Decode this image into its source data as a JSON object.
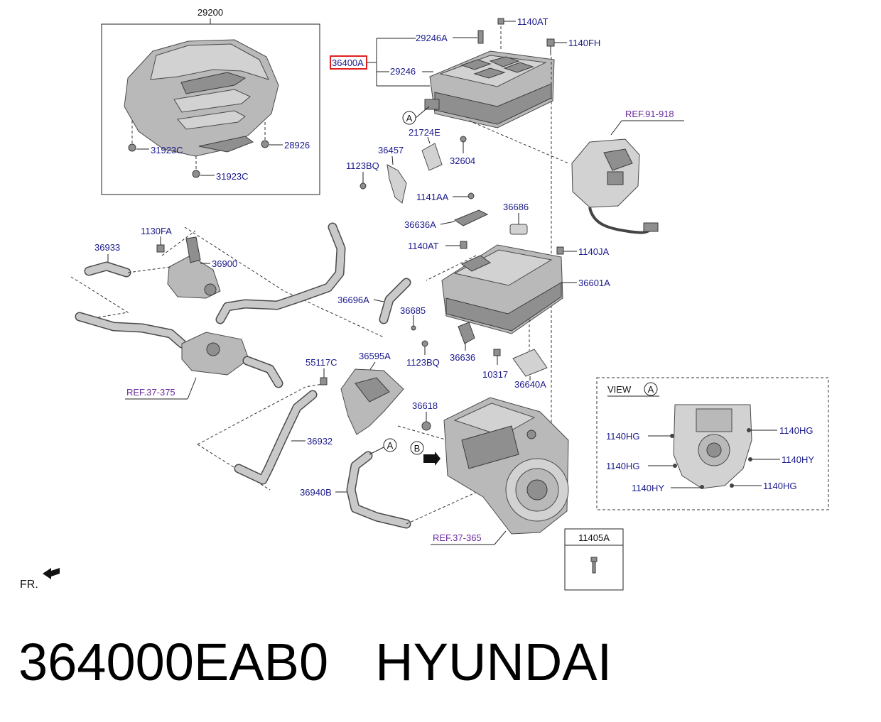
{
  "labels": {
    "l29200": "29200",
    "l29246A": "29246A",
    "l1140AT_top": "1140AT",
    "l1140FH": "1140FH",
    "l36400A": "36400A",
    "l29246": "29246",
    "l31923C_a": "31923C",
    "l28926": "28926",
    "l31923C_b": "31923C",
    "l21724E": "21724E",
    "l36457": "36457",
    "l1123BQ_a": "1123BQ",
    "l32604": "32604",
    "l1141AA": "1141AA",
    "l36686": "36686",
    "l36636A": "36636A",
    "l1140AT_mid": "1140AT",
    "l1140JA": "1140JA",
    "l1130FA": "1130FA",
    "l36933": "36933",
    "l36900": "36900",
    "l36601A": "36601A",
    "l36696A": "36696A",
    "l36685": "36685",
    "l1123BQ_b": "1123BQ",
    "l36636": "36636",
    "l10317": "10317",
    "l36640A": "36640A",
    "l55117C": "55117C",
    "l36595A": "36595A",
    "l36618": "36618",
    "l36932": "36932",
    "l36940B": "36940B",
    "l11405A": "11405A",
    "fr": "FR."
  },
  "refs": {
    "ref91918": "REF.91-918",
    "ref37375": "REF.37-375",
    "ref37365": "REF.37-365"
  },
  "callouts": {
    "a1": "A",
    "a2": "A",
    "b1": "B",
    "view_a": "A"
  },
  "view": {
    "title": "VIEW",
    "hg1": "1140HG",
    "hg2": "1140HG",
    "hg3": "1140HG",
    "hg4": "1140HG",
    "hy1": "1140HY",
    "hy2": "1140HY"
  },
  "footer": {
    "part_number": "364000EAB0",
    "brand": "HYUNDAI"
  },
  "colors": {
    "label_text": "#1a1a8c",
    "ref_text": "#6a2a9a",
    "highlight_box": "#e02020"
  }
}
